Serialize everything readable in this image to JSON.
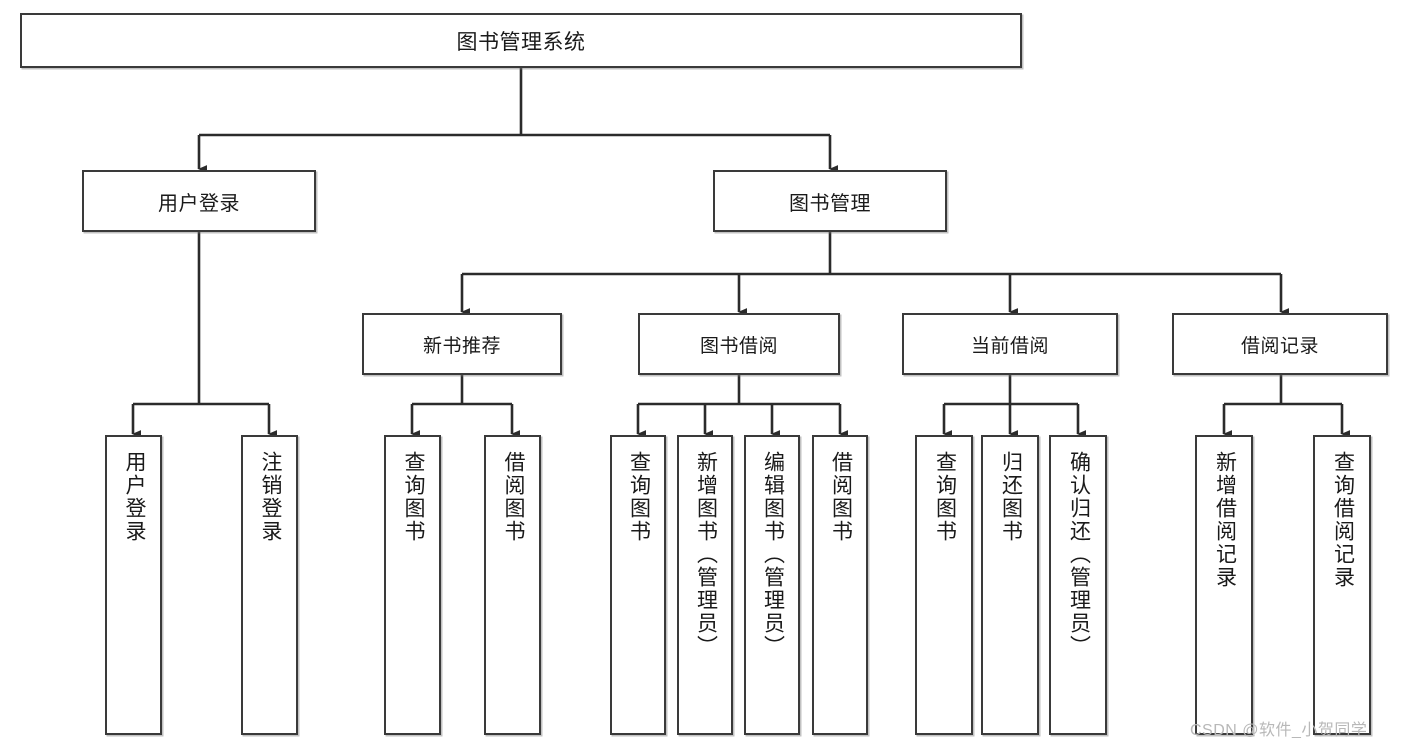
{
  "diagram": {
    "title": "图书管理系统",
    "type": "tree",
    "colors": {
      "box_border": "#3a3a3a",
      "box_fill": "#ffffff",
      "connector": "#2b2b2b",
      "text": "#1a1a1a",
      "watermark": "#b8b8b8"
    },
    "root": {
      "id": "root",
      "label": "图书管理系统"
    },
    "level2": [
      {
        "id": "user-login",
        "label": "用户登录"
      },
      {
        "id": "book-management",
        "label": "图书管理"
      }
    ],
    "level3": [
      {
        "id": "new-book-recommend",
        "label": "新书推荐",
        "parent": "book-management"
      },
      {
        "id": "book-borrow",
        "label": "图书借阅",
        "parent": "book-management"
      },
      {
        "id": "current-borrow",
        "label": "当前借阅",
        "parent": "book-management"
      },
      {
        "id": "borrow-record",
        "label": "借阅记录",
        "parent": "book-management"
      }
    ],
    "leaves": [
      {
        "id": "leaf-user-login",
        "label": "用户登录",
        "parent": "user-login"
      },
      {
        "id": "leaf-logout-login",
        "label": "注销登录",
        "parent": "user-login"
      },
      {
        "id": "leaf-query-book-1",
        "label": "查询图书",
        "parent": "new-book-recommend"
      },
      {
        "id": "leaf-borrow-book-1",
        "label": "借阅图书",
        "parent": "new-book-recommend"
      },
      {
        "id": "leaf-query-book-2",
        "label": "查询图书",
        "parent": "book-borrow"
      },
      {
        "id": "leaf-add-book",
        "label": "新增图书（管理员）",
        "parent": "book-borrow"
      },
      {
        "id": "leaf-edit-book",
        "label": "编辑图书（管理员）",
        "parent": "book-borrow"
      },
      {
        "id": "leaf-borrow-book-2",
        "label": "借阅图书",
        "parent": "book-borrow"
      },
      {
        "id": "leaf-query-book-3",
        "label": "查询图书",
        "parent": "current-borrow"
      },
      {
        "id": "leaf-return-book",
        "label": "归还图书",
        "parent": "current-borrow"
      },
      {
        "id": "leaf-confirm-return",
        "label": "确认归还（管理员）",
        "parent": "current-borrow"
      },
      {
        "id": "leaf-add-record",
        "label": "新增借阅记录",
        "parent": "borrow-record"
      },
      {
        "id": "leaf-query-record",
        "label": "查询借阅记录",
        "parent": "borrow-record"
      }
    ]
  },
  "watermark": {
    "text": "CSDN @软件_小贺同学"
  }
}
